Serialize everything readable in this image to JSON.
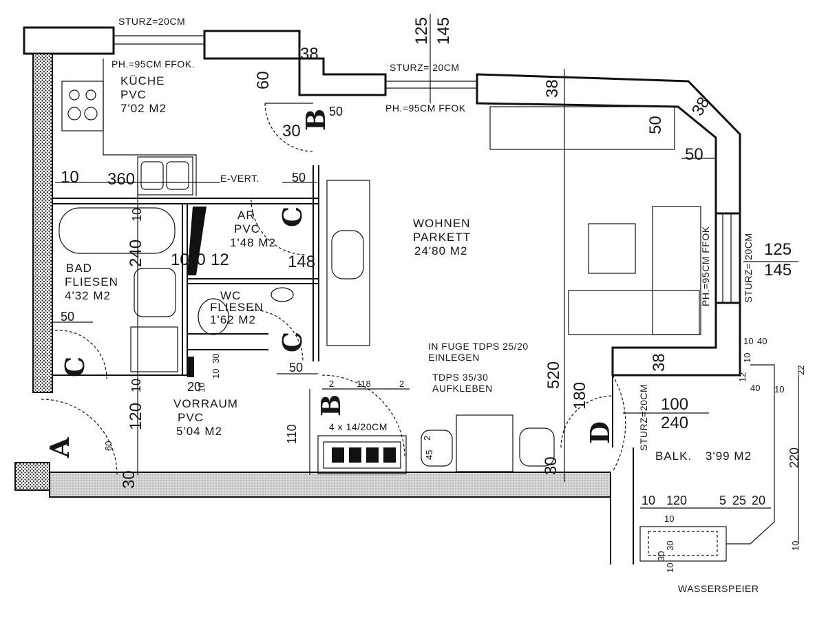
{
  "rooms": {
    "kueche": {
      "name": "KÜCHE",
      "floor": "PVC",
      "area": "7'02 M2"
    },
    "wohnen": {
      "name": "WOHNEN",
      "floor": "PARKETT",
      "area": "24'80 M2"
    },
    "bad": {
      "name": "BAD",
      "floor": "FLIESEN",
      "area": "4'32 M2"
    },
    "ar": {
      "name": "AR",
      "floor": "PVC",
      "area": "1'48 M2"
    },
    "wc": {
      "name": "WC",
      "floor": "FLIESEN",
      "area": "1'62 M2"
    },
    "vorraum": {
      "name": "VORRAUM",
      "floor": "PVC",
      "area": "5'04 M2"
    },
    "balkon": {
      "label": "BALK.",
      "area": "3'99 M2"
    }
  },
  "notes": {
    "sturz_top": "STURZ=20CM",
    "ph_top": "PH.=95CM FFOK.",
    "sturz_mid": "STURZ= 20CM",
    "ph_mid": "PH.=95CM FFOK",
    "ph_right": "PH.=95CM FFOK",
    "sturz_right": "STURZ= 20CM",
    "sturz_balk": "STURZ=20CM",
    "e_vert": "E-VERT.",
    "fuge_1": "IN FUGE TDPS 25/20",
    "fuge_2": "EINLEGEN",
    "tdps_1": "TDPS 35/30",
    "tdps_2": "AUFKLEBEN",
    "vent": "4 x 14/20CM",
    "wasserspeier": "WASSERSPEIER"
  },
  "markers": {
    "a": "A",
    "b1": "B",
    "b2": "B",
    "c1": "C",
    "c2": "C",
    "c3": "C",
    "d": "D"
  },
  "dims": {
    "d38_a": "38",
    "d60": "60",
    "d125_top": "125",
    "d145_top": "145",
    "d38_b": "38",
    "d38_c": "38",
    "d50_a": "50",
    "d50_b": "50",
    "d30_a": "30",
    "d50_c": "50",
    "d10_a": "10",
    "d360": "360",
    "d50_d": "50",
    "d10_b": "10",
    "d240": "240",
    "d10_c": "10",
    "d20": "20",
    "d12": "12",
    "d148": "148",
    "d125_r": "125",
    "d145_r": "145",
    "d50_e": "50",
    "d10_d": "10",
    "d120": "120",
    "d30_b": "30",
    "d20_b": "20",
    "d10_e": "10",
    "d10_f": "10",
    "d30_c": "30",
    "d50_f": "50",
    "d2_a": "2",
    "d118": "118",
    "d2_b": "2",
    "d520": "520",
    "d180": "180",
    "d38_d": "38",
    "d10_g": "10",
    "d40_a": "40",
    "d10_h": "10",
    "d22": "22",
    "d12_b": "12",
    "d40_b": "40",
    "d10_i": "10",
    "d100": "100",
    "d240_b": "240",
    "d220": "220",
    "d110": "110",
    "d2_c": "2",
    "d45": "45",
    "d30_d": "30",
    "d60_b": "60",
    "d10_j": "10",
    "d120_b": "120",
    "d5": "5",
    "d25": "25",
    "d20_c": "20",
    "d10_k": "10",
    "d30_e": "30",
    "d10_l": "10",
    "d10_m": "10",
    "d30_f": "30"
  },
  "colors": {
    "line": "#111111",
    "hatch": "#444444",
    "paper": "#ffffff"
  }
}
